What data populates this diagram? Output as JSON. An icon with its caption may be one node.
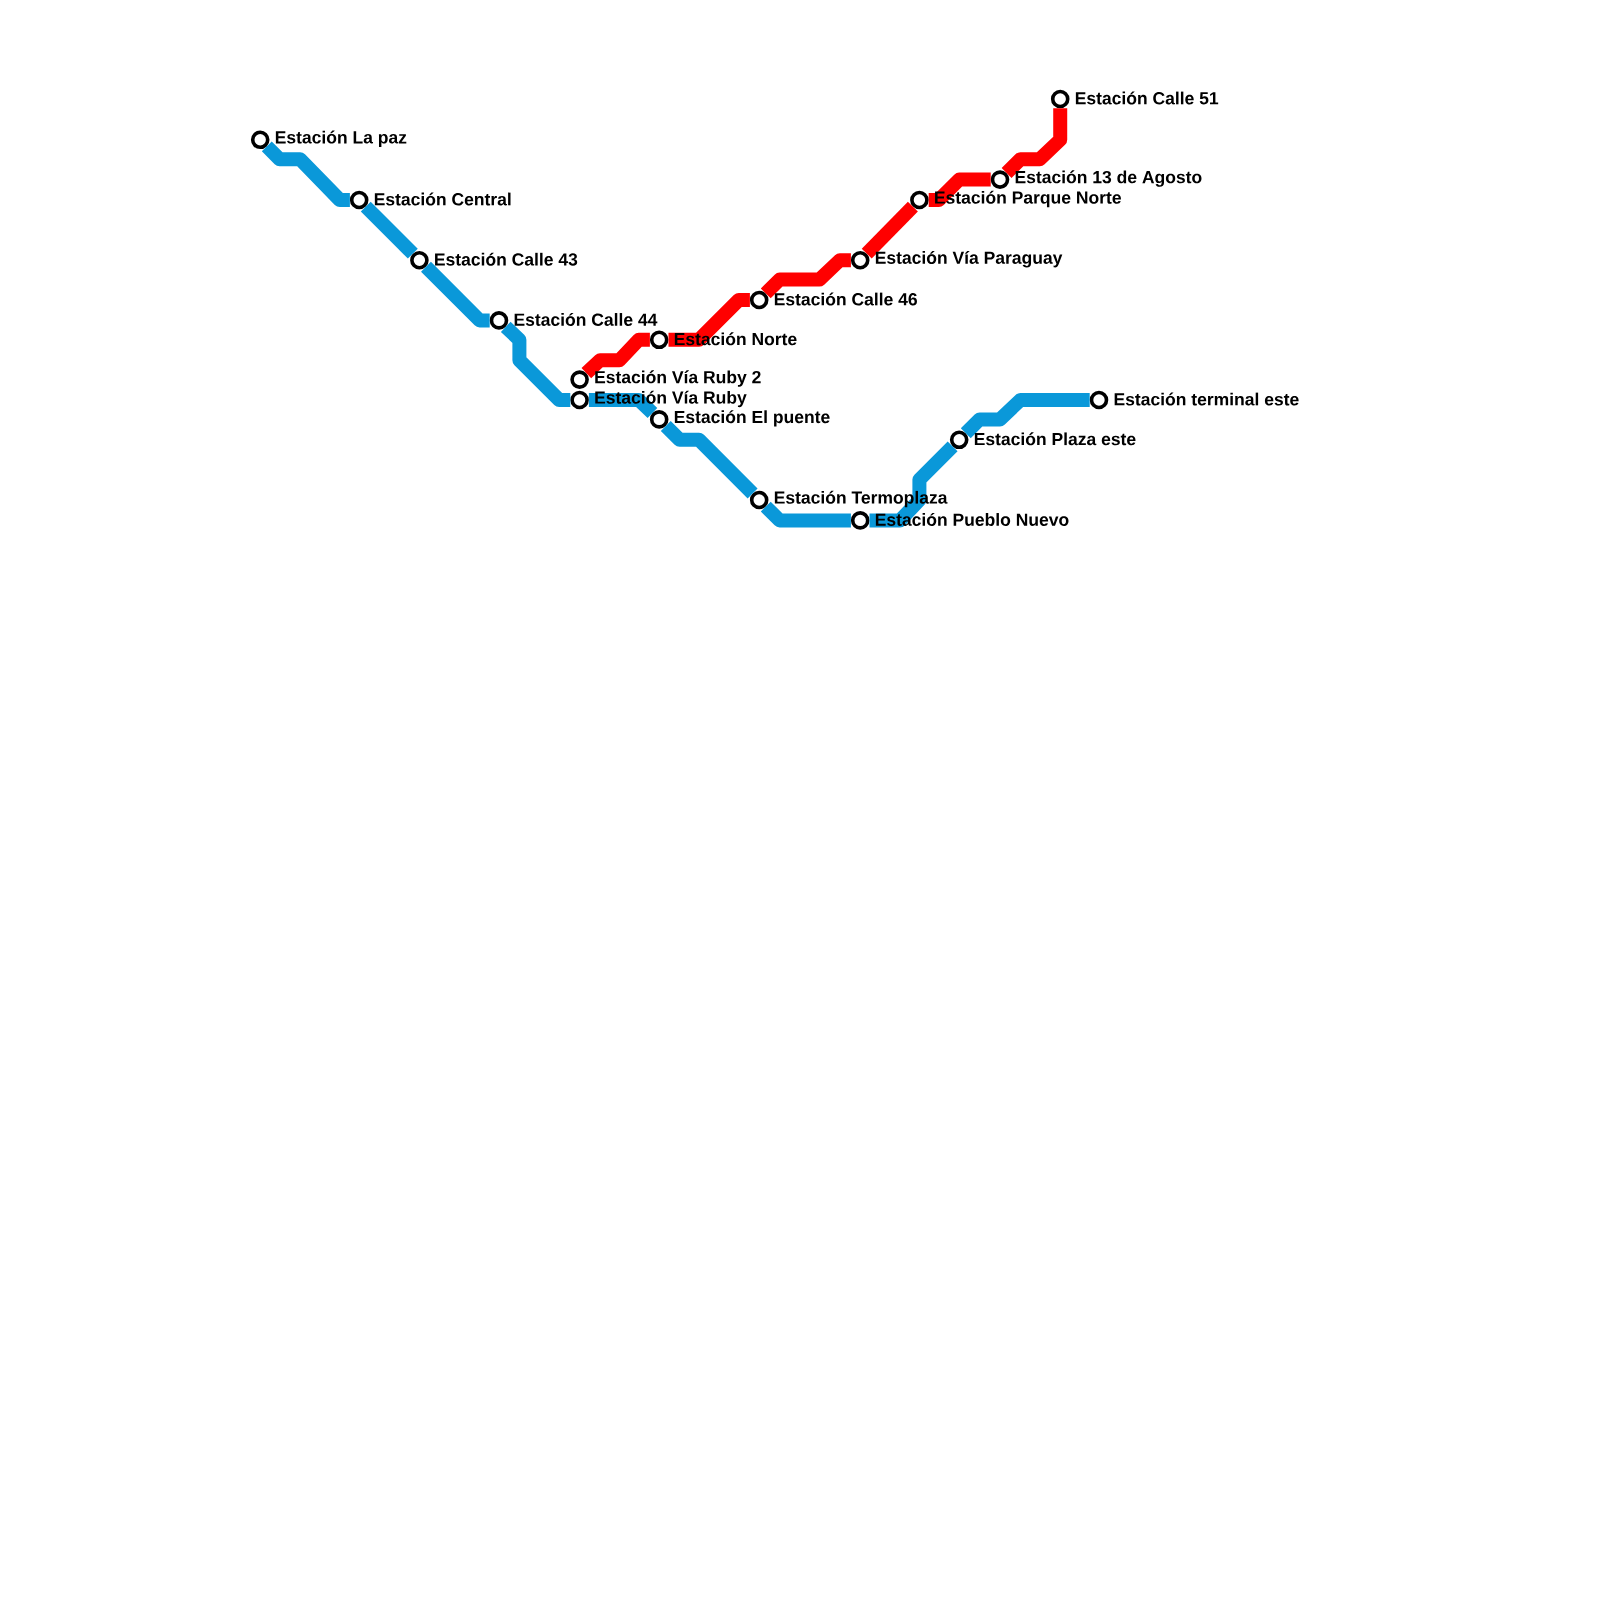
{
  "diagram": {
    "nodes": [
      {
        "text": [],
        "shape": "circle",
        "beside": [
          "Estación La paz"
        ]
      },
      {
        "text": [],
        "shape": "circle",
        "beside": [
          "Estación Central"
        ]
      },
      {
        "text": [],
        "shape": "circle",
        "beside": [
          "Estación Calle 43"
        ]
      },
      {
        "text": [],
        "shape": "circle",
        "beside": [
          "Estación Calle 44"
        ]
      },
      {
        "text": [],
        "shape": "circle",
        "beside": [
          "Estación Vía Ruby 2"
        ]
      },
      {
        "text": [],
        "shape": "circle",
        "beside": [
          "Estación Vía Ruby"
        ]
      },
      {
        "text": [],
        "shape": "circle",
        "beside": [
          "Estación Norte"
        ]
      },
      {
        "text": [],
        "shape": "circle",
        "beside": [
          "Estación El puente"
        ]
      },
      {
        "text": [],
        "shape": "circle",
        "beside": [
          "Estación Calle 46"
        ]
      },
      {
        "text": [],
        "shape": "circle",
        "beside": [
          "Estación Vía Paraguay"
        ]
      },
      {
        "text": [],
        "shape": "circle",
        "beside": [
          "Estación Parque Norte"
        ]
      },
      {
        "text": [],
        "shape": "circle",
        "beside": [
          "Estación 13 de Agosto"
        ]
      },
      {
        "text": [],
        "shape": "circle",
        "beside": [
          "Estación Calle 51"
        ]
      },
      {
        "text": [],
        "shape": "circle",
        "beside": [
          "Estación Termoplaza"
        ]
      },
      {
        "text": [],
        "shape": "circle",
        "beside": [
          "Estación Pueblo Nuevo"
        ]
      },
      {
        "text": [],
        "shape": "circle",
        "beside": [
          "Estación Plaza este"
        ]
      },
      {
        "text": [],
        "shape": "circle",
        "beside": [
          "Estación terminal este"
        ]
      }
    ],
    "edges": [
      {
        "from": 0,
        "to": 1,
        "arrow": "none"
      },
      {
        "from": 1,
        "to": 2,
        "arrow": "none"
      },
      {
        "from": 2,
        "to": 3,
        "arrow": "none"
      },
      {
        "from": 3,
        "to": 5,
        "arrow": "none"
      },
      {
        "from": 5,
        "to": 7,
        "arrow": "none"
      },
      {
        "from": 7,
        "to": 13,
        "arrow": "none"
      },
      {
        "from": 13,
        "to": 14,
        "arrow": "none"
      },
      {
        "from": 14,
        "to": 15,
        "arrow": "none"
      },
      {
        "from": 15,
        "to": 16,
        "arrow": "none"
      },
      {
        "from": 4,
        "to": 6,
        "arrow": "none",
        "color": "#ff0000"
      },
      {
        "from": 6,
        "to": 8,
        "arrow": "none",
        "color": "#ff0000"
      },
      {
        "from": 8,
        "to": 9,
        "arrow": "none",
        "color": "#ff0000"
      },
      {
        "from": 9,
        "to": 10,
        "arrow": "none",
        "color": "#ff0000"
      },
      {
        "from": 10,
        "to": 11,
        "arrow": "none",
        "color": "#ff0000"
      },
      {
        "from": 11,
        "to": 12,
        "arrow": "none",
        "color": "#ff0000"
      }
    ]
  }
}
